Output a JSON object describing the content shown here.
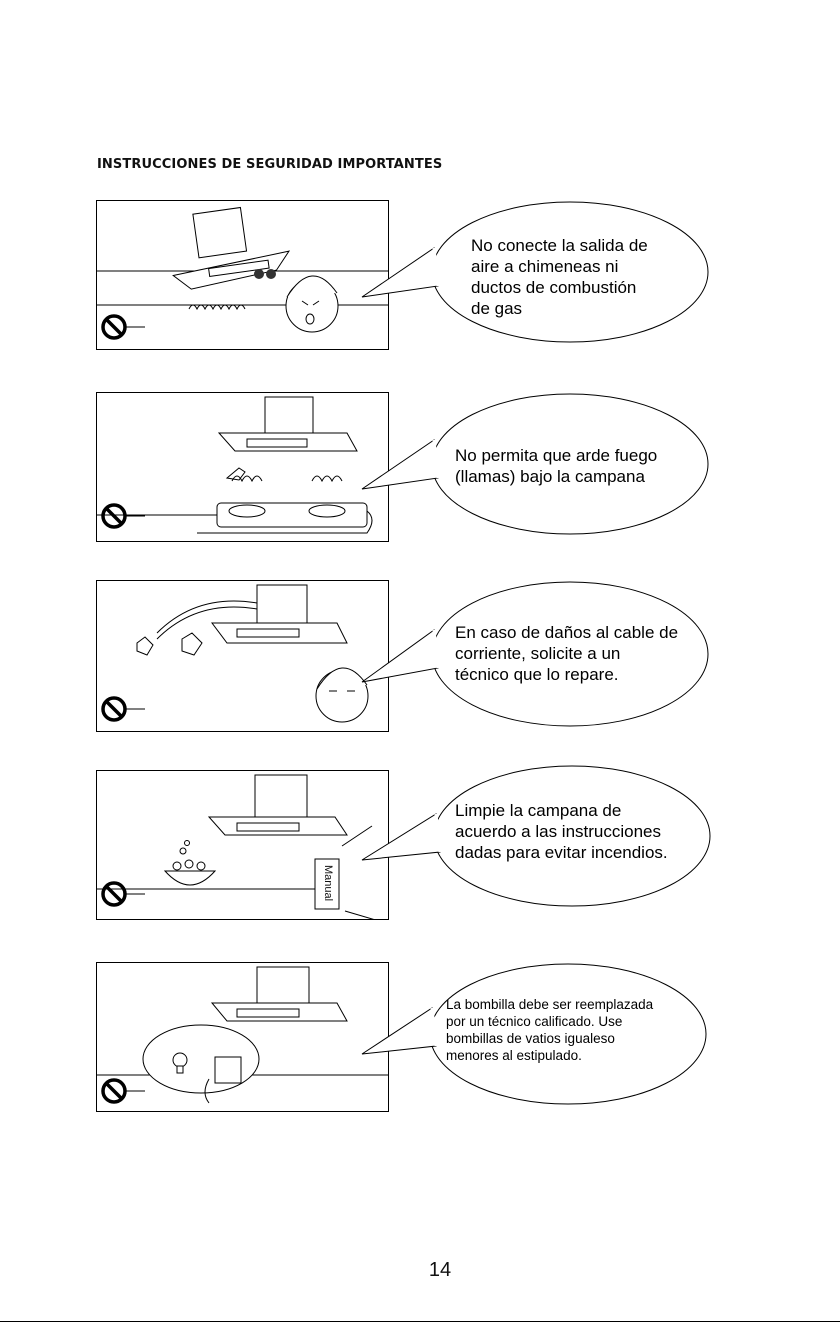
{
  "heading": "INSTRUCCIONES DE SEGURIDAD IMPORTANTES",
  "warnings": [
    {
      "lines": [
        "No conecte la salida de",
        "aire a chimeneas ni",
        "ductos de combustión",
        "de gas"
      ]
    },
    {
      "lines": [
        "No permita que arde fuego",
        "(llamas) bajo la campana"
      ]
    },
    {
      "lines": [
        "En caso de daños al cable de",
        "corriente, solicite a un",
        "técnico que lo repare."
      ]
    },
    {
      "lines": [
        "Limpie la campana de",
        "acuerdo a las instrucciones",
        "dadas para evitar incendios."
      ],
      "manual_label": "Manual"
    },
    {
      "lines": [
        "La bombilla debe ser reemplazada",
        "por un técnico calificado. Use",
        "bombillas de vatios igualeso",
        "menores al estipulado."
      ]
    }
  ],
  "icons": {
    "prohibited": "prohibited-icon",
    "hood": "range-hood-icon",
    "bulb": "light-bulb-icon",
    "outlet": "power-outlet-icon"
  },
  "page_number": "14"
}
